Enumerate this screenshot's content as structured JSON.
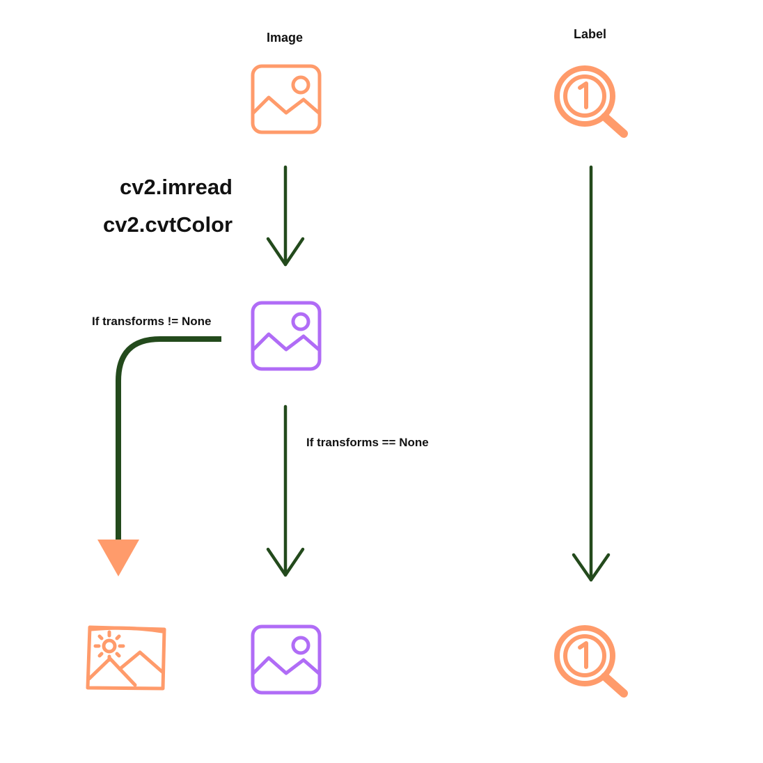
{
  "columns": {
    "image_title": "Image",
    "label_title": "Label"
  },
  "operations": {
    "read": "cv2.imread",
    "convert": "cv2.cvtColor"
  },
  "conditions": {
    "transforms_not_none": "If transforms != None",
    "transforms_none": "If transforms == None"
  },
  "colors": {
    "orange": "#FF9B6B",
    "purple": "#B06CF6",
    "arrow_green": "#234A1C"
  },
  "icons": {
    "source_image": "image-icon",
    "label": "magnifier-one-icon",
    "rgb_image": "image-icon",
    "transformed_image": "sketched-image-sun-icon",
    "output_image": "image-icon",
    "output_label": "magnifier-one-icon"
  }
}
